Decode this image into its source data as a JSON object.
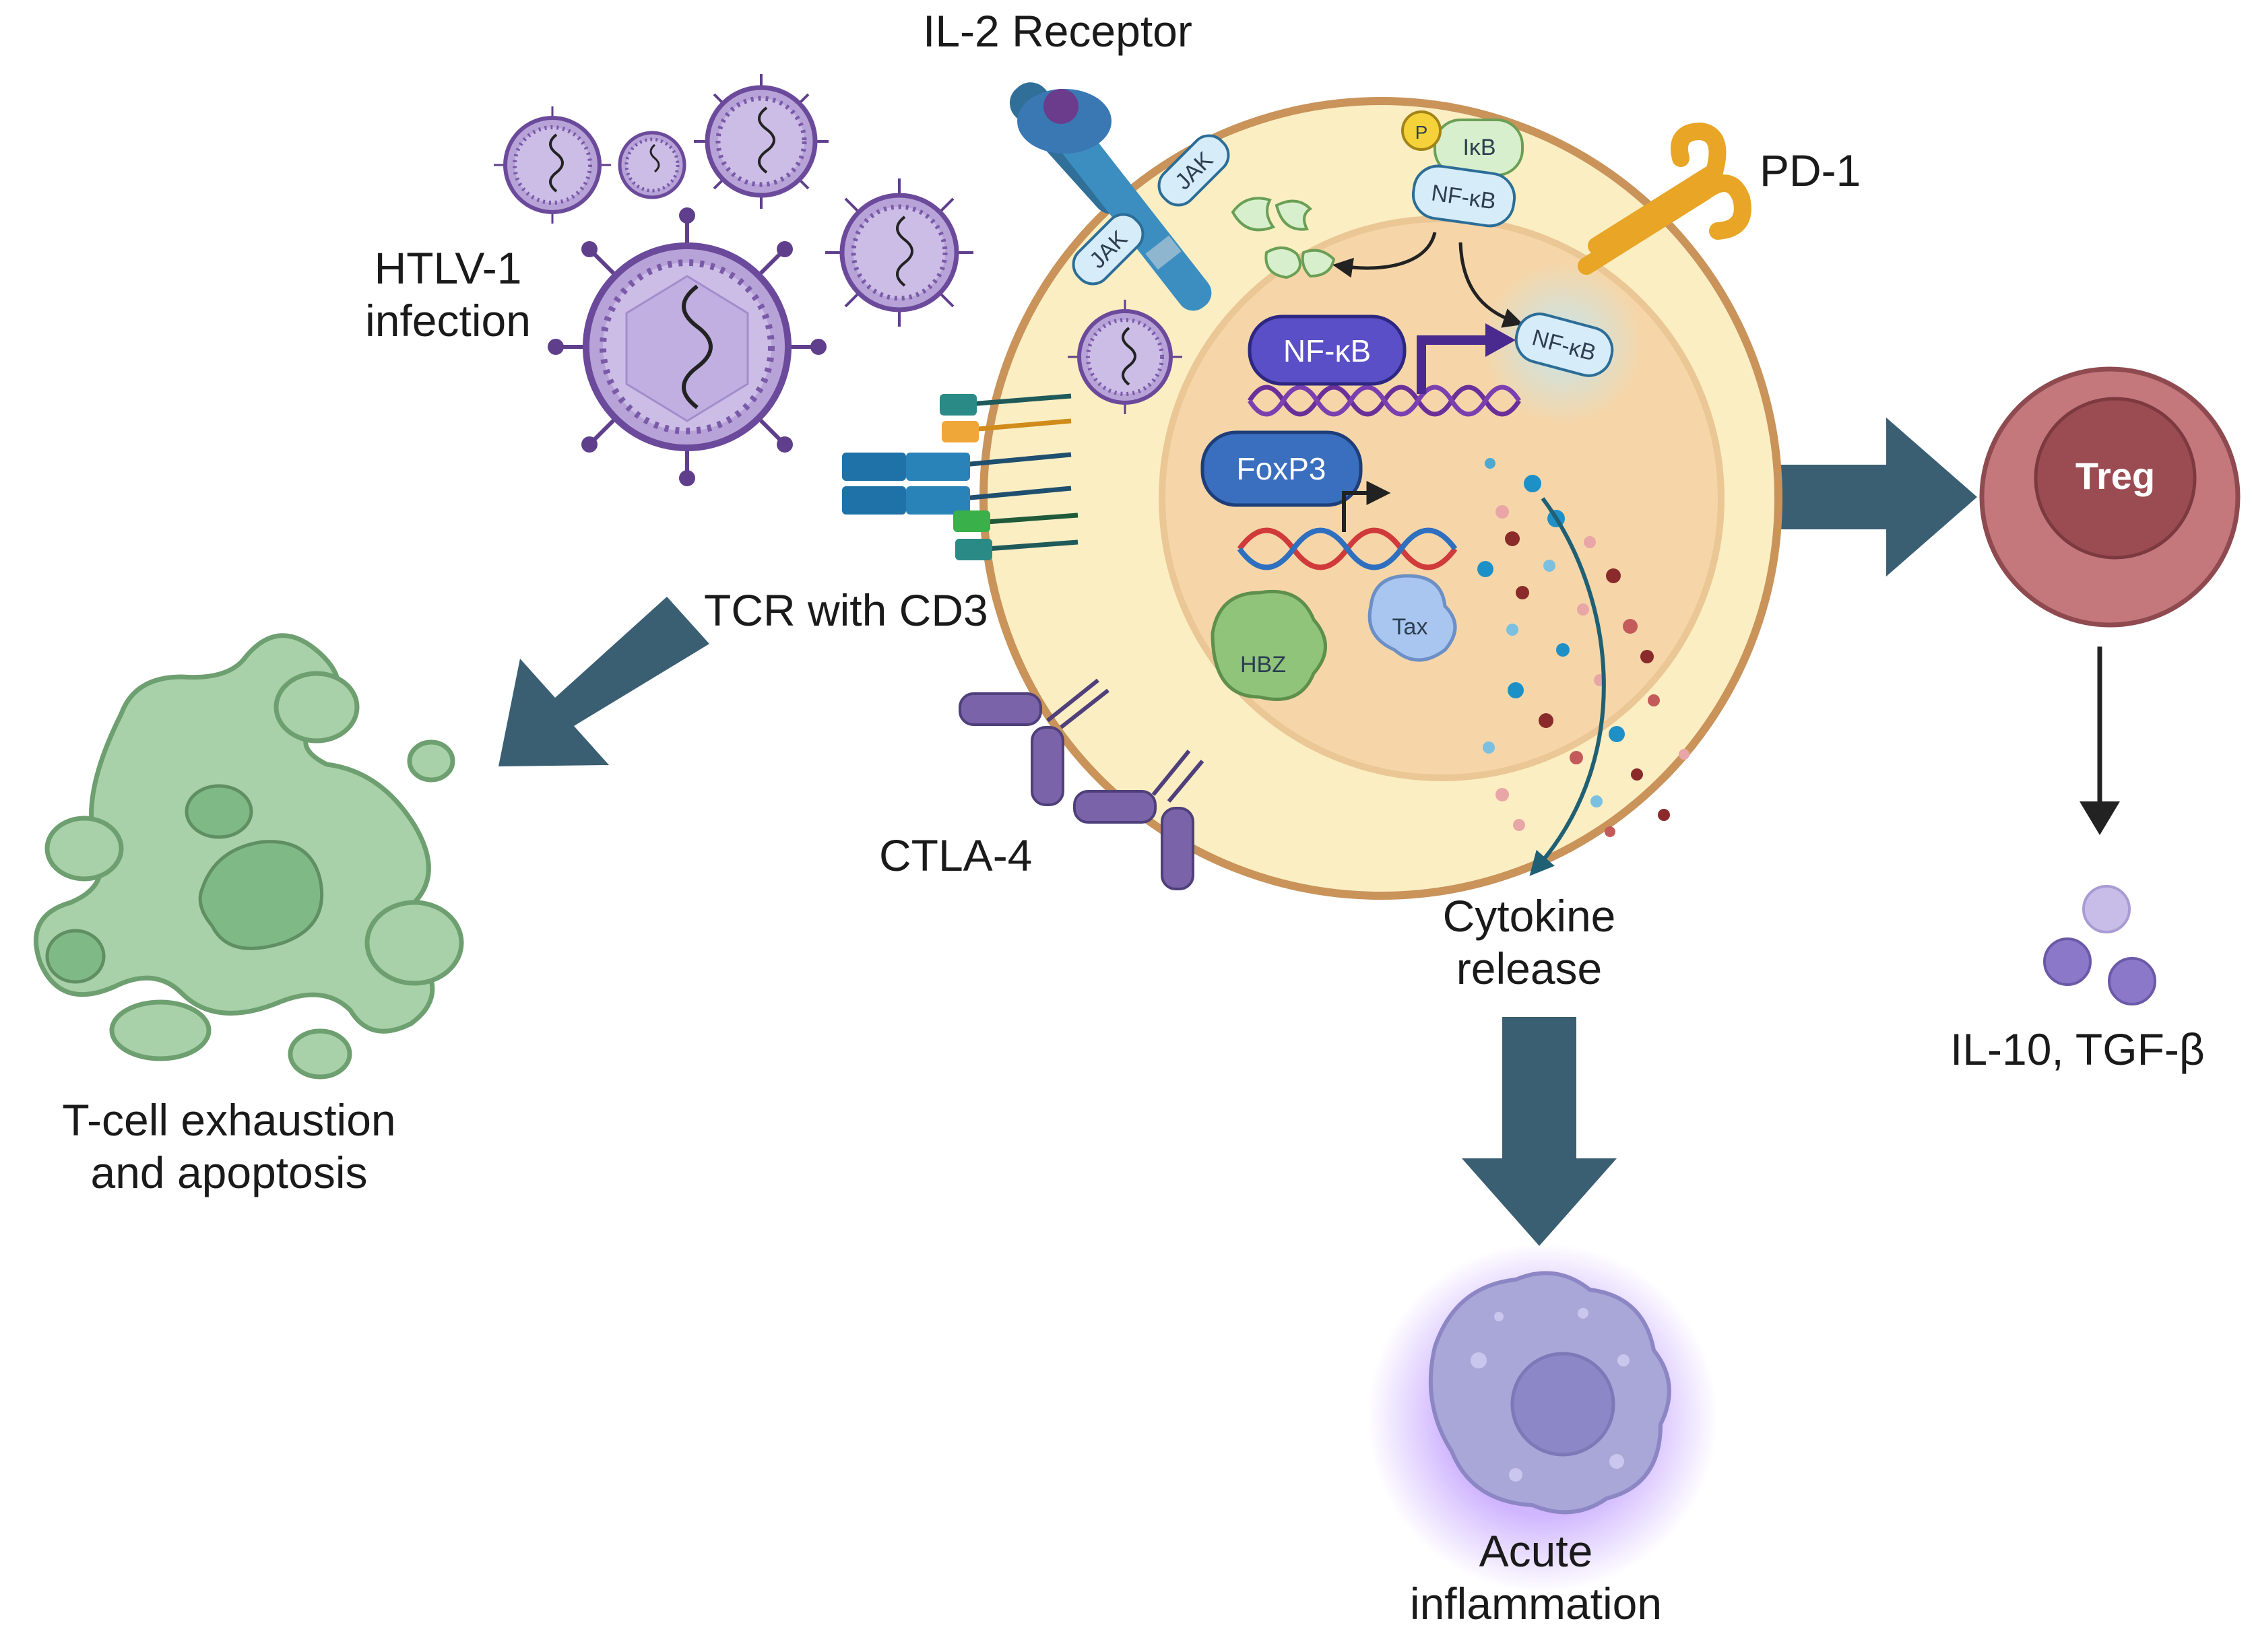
{
  "labels": {
    "il2_receptor": "IL-2 Receptor",
    "pd1": "PD-1",
    "htlv_line1": "HTLV-1",
    "htlv_line2": "infection",
    "tcr_cd3": "TCR with CD3",
    "ctla4": "CTLA-4",
    "exhaustion_line1": "T-cell exhaustion",
    "exhaustion_line2": "and apoptosis",
    "cytokine_line1": "Cytokine",
    "cytokine_line2": "release",
    "acute_line1": "Acute",
    "acute_line2": "inflammation",
    "il10_tgfb": "IL-10, TGF-β",
    "treg": "Treg"
  },
  "molecules": {
    "jak": "JAK",
    "p": "P",
    "ikb": "IκB",
    "nfkb": "NF-κB",
    "nfkb_pill": "NF-κB",
    "foxp3": "FoxP3",
    "hbz": "HBZ",
    "tax": "Tax"
  },
  "colors": {
    "arrow": "#3b5f72",
    "cell_fill": "#fbeec3",
    "cell_border": "#c9935a",
    "nucleus": "#f6d6a8",
    "virus": "#9b7fc0",
    "treg": "#c4787c",
    "exhausted_cell": "#a8d1a9",
    "inflam_cell": "#a9a6d8"
  }
}
